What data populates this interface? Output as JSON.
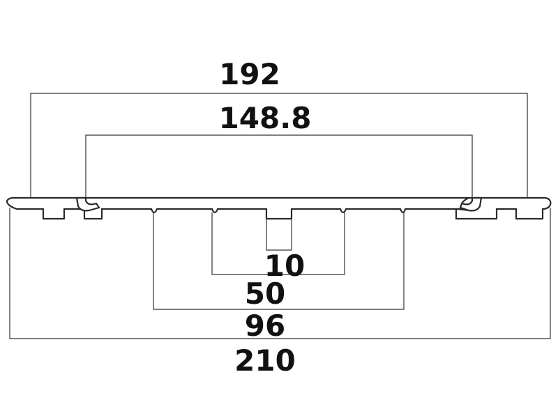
{
  "diagram": {
    "dimensions": {
      "overall_top": "192",
      "inner_top": "148.8",
      "center_groove": "10",
      "middle_span": "50",
      "wide_span": "96",
      "total_width": "210"
    }
  }
}
